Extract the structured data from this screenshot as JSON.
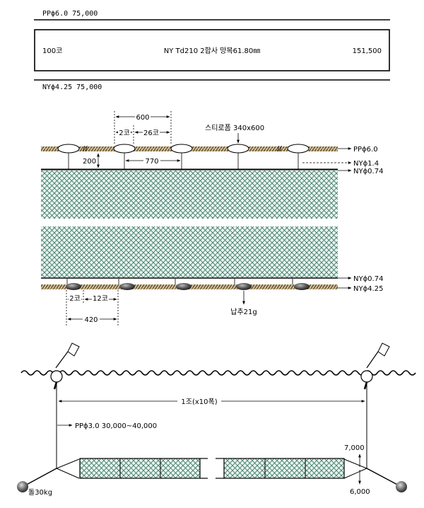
{
  "header": {
    "top_spec": "PPϕ6.0  75,000",
    "box_left": "100코",
    "box_center": "NY Td210 2합사 망목61.80㎜",
    "box_right": "151,500",
    "bottom_spec": "NYϕ4.25  75,000"
  },
  "net_detail": {
    "dim_600": "600",
    "dim_2ko_top": "2코",
    "dim_26ko": "26코",
    "float_label": "스티로폼 340x600",
    "dim_200": "200",
    "dim_770": "770",
    "right_pp60": "PPϕ6.0",
    "right_ny14": "NYϕ1.4",
    "right_ny074_top": "NYϕ0.74",
    "right_ny074_bottom": "NYϕ0.74",
    "right_ny425": "NYϕ4.25",
    "dim_2ko_bottom": "2코",
    "dim_12ko": "12코",
    "dim_420": "420",
    "sinker_label": "납추21g"
  },
  "setup": {
    "span_label": "1조(x10폭)",
    "line_label": "PPϕ3.0  30,000~40,000",
    "dim_7000": "7,000",
    "dim_6000": "6,000",
    "anchor_label": "돌30kg"
  }
}
